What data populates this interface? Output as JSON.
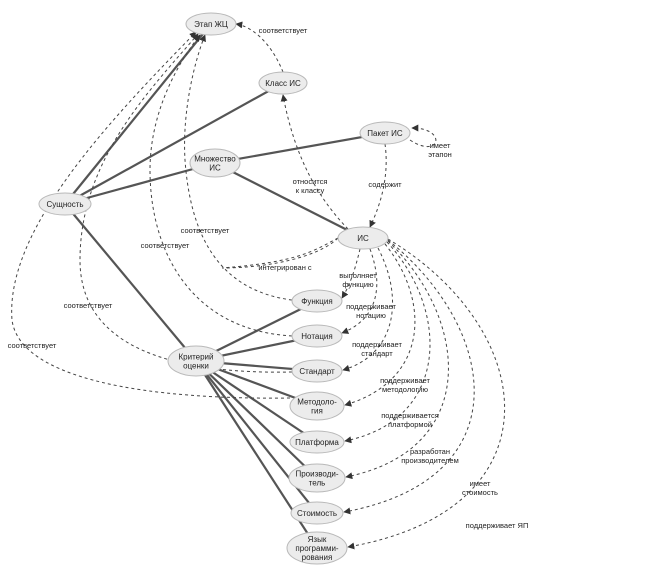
{
  "nodes": {
    "etap_zhc": [
      "Этап ЖЦ"
    ],
    "klass_is": [
      "Класс ИС"
    ],
    "paket_is": [
      "Пакет ИС"
    ],
    "mnozhestvo_is": [
      "Множество",
      "ИС"
    ],
    "sushchnost": [
      "Сущность"
    ],
    "is": [
      "ИС"
    ],
    "funktsiya": [
      "Функция"
    ],
    "notatsiya": [
      "Нотация"
    ],
    "kriteriy": [
      "Критерий",
      "оценки"
    ],
    "standart": [
      "Стандарт"
    ],
    "metodologiya": [
      "Методоло-",
      "гия"
    ],
    "platforma": [
      "Платформа"
    ],
    "proizvoditel": [
      "Производи-",
      "тель"
    ],
    "stoimost": [
      "Стоимость"
    ],
    "yazyk": [
      "Язык",
      "программи-",
      "рования"
    ]
  },
  "edge_labels": {
    "klass_etap": [
      "соответствует"
    ],
    "is_klass": [
      "относится",
      "к классу"
    ],
    "paket_is": [
      "содержит"
    ],
    "paket_self": [
      "имеет",
      "этапон"
    ],
    "is_mnozh": [
      "интегрирован с"
    ],
    "is_funk": [
      "выполняет",
      "функцию"
    ],
    "is_notatsiya": [
      "поддерживает",
      "нотацию"
    ],
    "is_standart": [
      "поддерживает",
      "стандарт"
    ],
    "is_metod": [
      "поддерживает",
      "методологию"
    ],
    "is_platforma": [
      "поддерживается",
      "платформой"
    ],
    "is_proizv": [
      "разработан",
      "производителем"
    ],
    "is_stoimost": [
      "имеет",
      "стоимость"
    ],
    "is_yazyk": [
      "поддерживает ЯП"
    ],
    "funk_etap": [
      "соответствует"
    ],
    "notatsiya_etap": [
      "соответствует"
    ],
    "standart_etap": [
      "соответствует"
    ],
    "metod_etap": [
      "соответствует"
    ]
  }
}
